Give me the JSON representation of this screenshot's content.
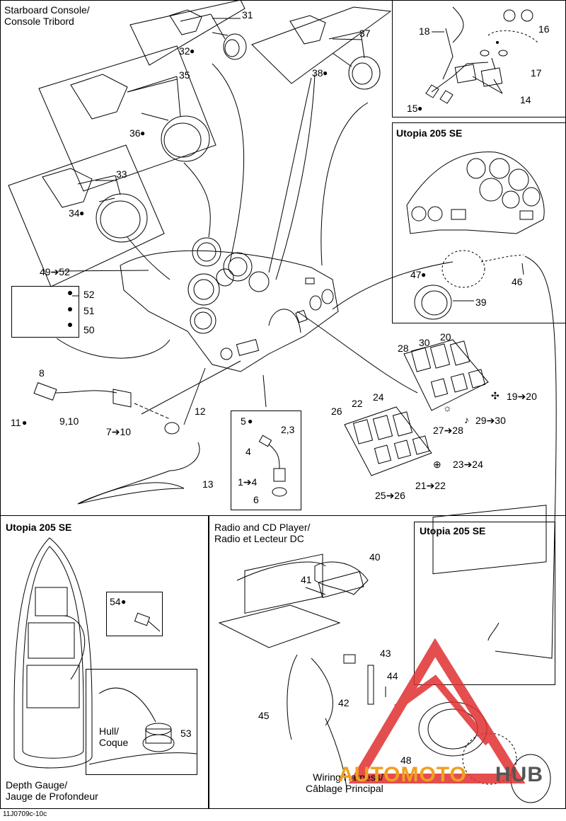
{
  "header": {
    "title_line1": "Starboard Console/",
    "title_line2": "Console Tribord"
  },
  "boxes": {
    "utopia_top": "Utopia 205 SE",
    "utopia_bottom_left": "Utopia 205 SE",
    "utopia_bottom_right": "Utopia 205 SE",
    "radio_line1": "Radio and CD Player/",
    "radio_line2": "Radio et Lecteur DC",
    "hull_line1": "Hull/",
    "hull_line2": "Coque",
    "depth_line1": "Depth Gauge/",
    "depth_line2": "Jauge de Profondeur",
    "harness_line1": "Wiring Harness/",
    "harness_line2": "Câblage Principal"
  },
  "callouts": {
    "c31": "31",
    "c32": "32",
    "c37": "37",
    "c38": "38",
    "c18": "18",
    "c16": "16",
    "c17": "17",
    "c14": "14",
    "c15": "15",
    "c35": "35",
    "c36": "36",
    "c33": "33",
    "c34": "34",
    "c4952": "49➔52",
    "c52": "52",
    "c51": "51",
    "c50": "50",
    "c47": "47",
    "c46": "46",
    "c39": "39",
    "c8": "8",
    "c11": "11",
    "c910": "9,10",
    "c710": "7➔10",
    "c12": "12",
    "c13": "13",
    "c5": "5",
    "c23": "2,3",
    "c4": "4",
    "c14b": "1➔4",
    "c6": "6",
    "c28": "28",
    "c30": "30",
    "c20": "20",
    "c1920": "19➔20",
    "c2728": "27➔28",
    "c2930": "29➔30",
    "c26": "26",
    "c22": "22",
    "c24": "24",
    "c2324": "23➔24",
    "c2122": "21➔22",
    "c2526": "25➔26",
    "c54": "54",
    "c53": "53",
    "c40": "40",
    "c41": "41",
    "c43": "43",
    "c44": "44",
    "c45": "45",
    "c42": "42",
    "c48": "48"
  },
  "drawing_code": "11J0709c-10c",
  "watermark": {
    "text_a": "AUTOMOTO",
    "text_b": "HUB",
    "color": "#e03030"
  }
}
